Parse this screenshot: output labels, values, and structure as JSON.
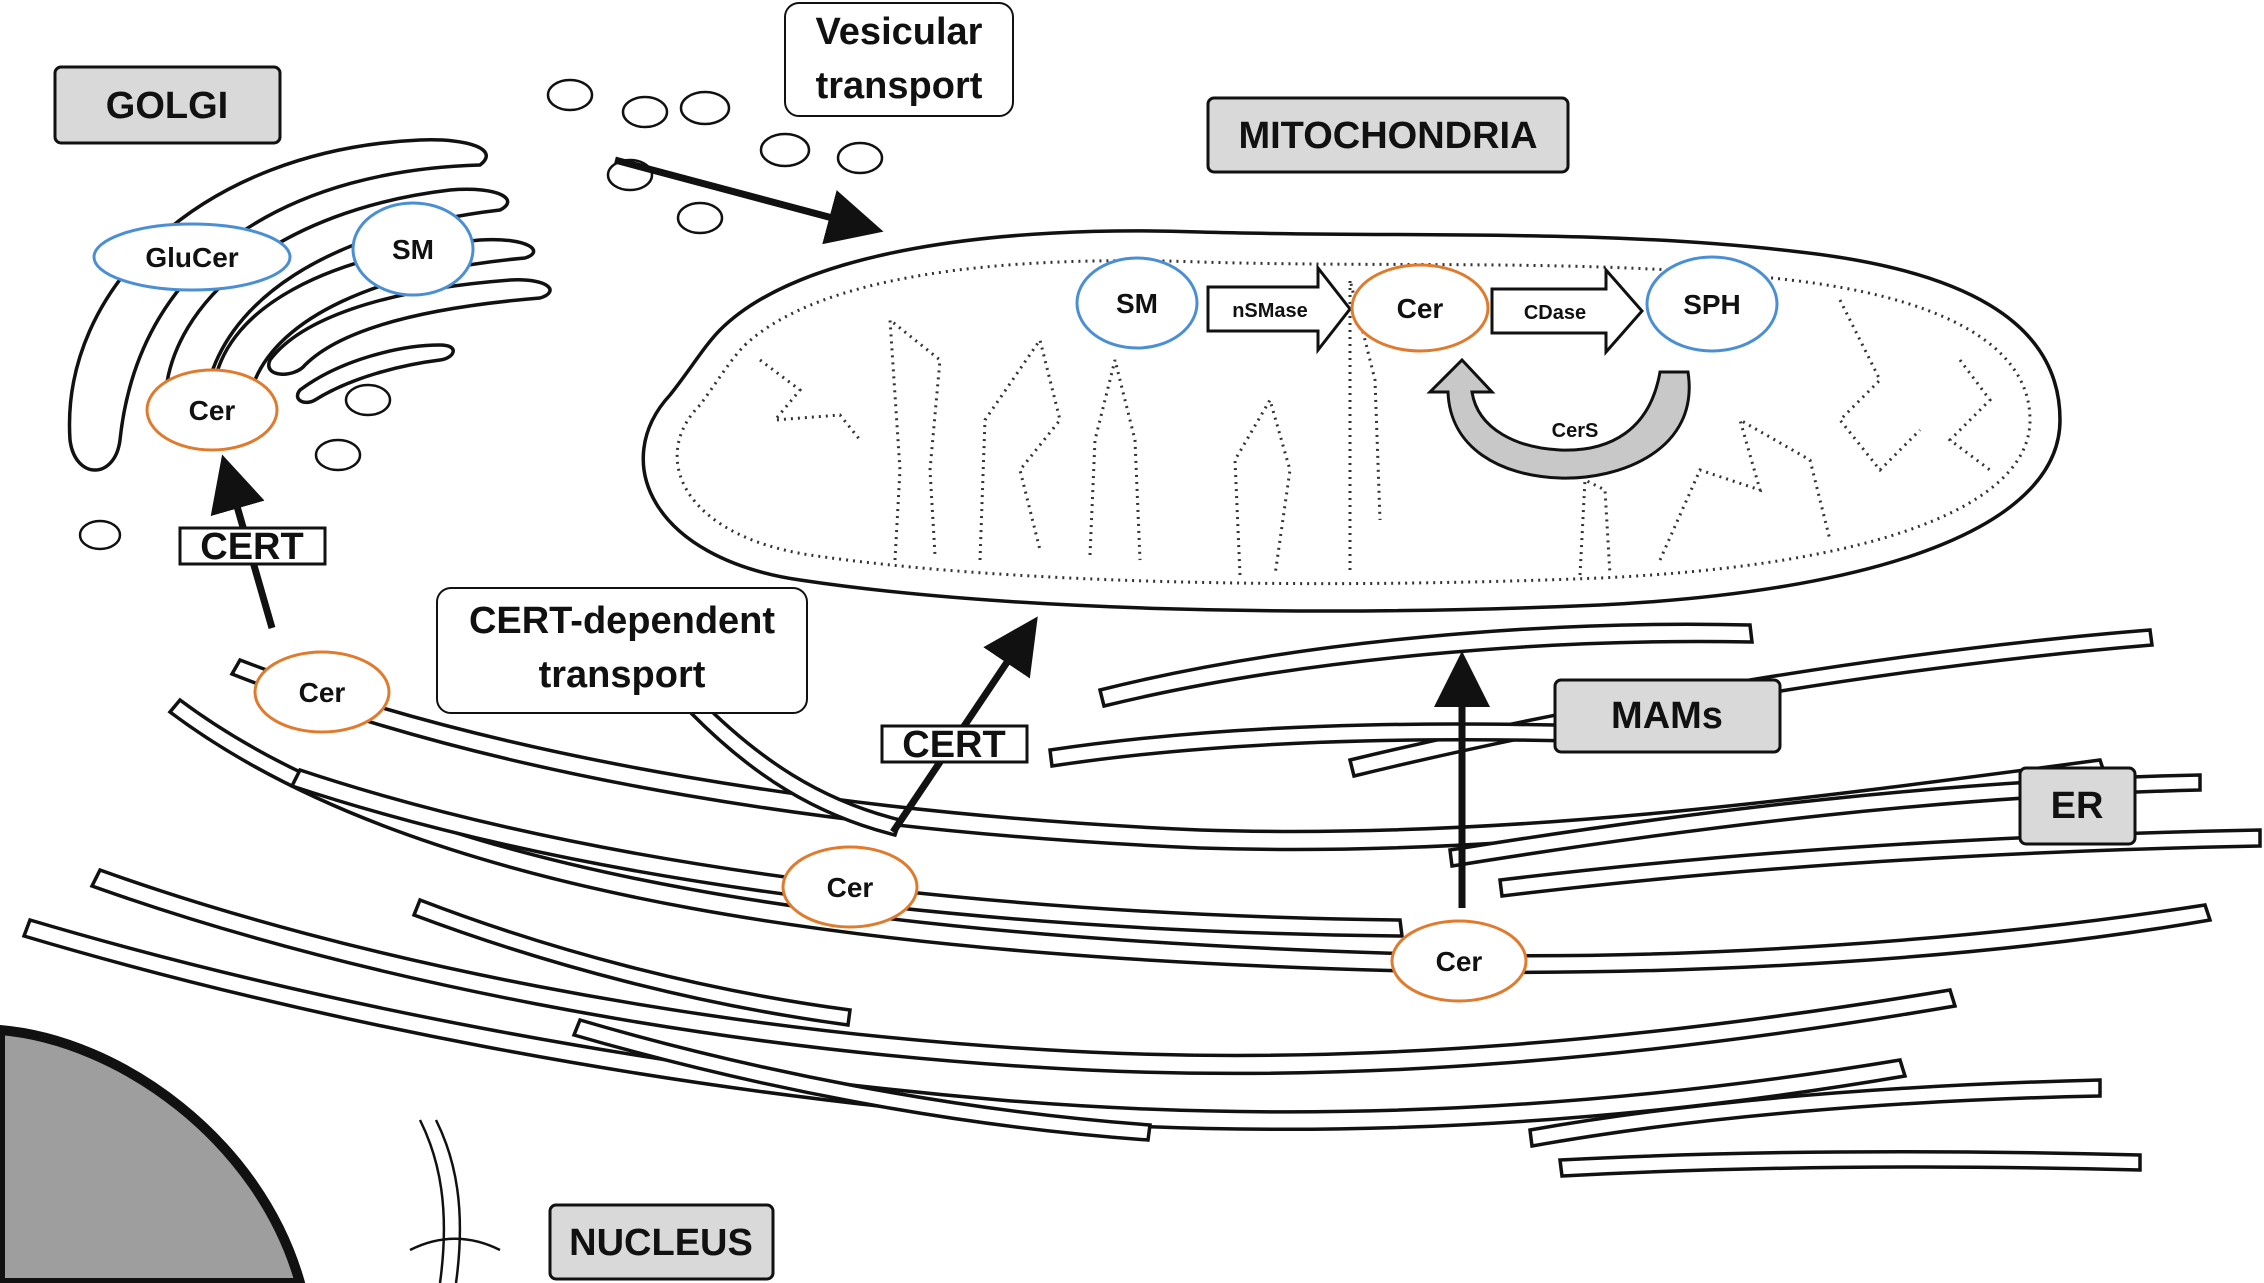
{
  "colors": {
    "organelle_label_fill": "#d9d9d9",
    "ceramide_outline": "#e07b2e",
    "lipid_outline": "#4a8fd4",
    "nucleus_fill": "#9e9e9e",
    "cers_arrow_fill": "#c8c8c8",
    "stroke": "#111111"
  },
  "organelles": {
    "golgi": "GOLGI",
    "mitochondria": "MITOCHONDRIA",
    "mams": "MAMs",
    "er": "ER",
    "nucleus": "NUCLEUS"
  },
  "transport": {
    "vesicular_line1": "Vesicular",
    "vesicular_line2": "transport",
    "cert_dependent_line1": "CERT-dependent",
    "cert_dependent_line2": "transport",
    "cert_label_golgi": "CERT",
    "cert_label_mito": "CERT"
  },
  "golgi_lipids": {
    "glucer": "GluCer",
    "sm": "SM",
    "cer": "Cer"
  },
  "er_ceramides": {
    "cer_left": "Cer",
    "cer_middle": "Cer",
    "cer_right": "Cer"
  },
  "mito_pathway": {
    "sm": "SM",
    "nsmase": "nSMase",
    "cer": "Cer",
    "cdase": "CDase",
    "sph": "SPH",
    "cers": "CerS"
  }
}
